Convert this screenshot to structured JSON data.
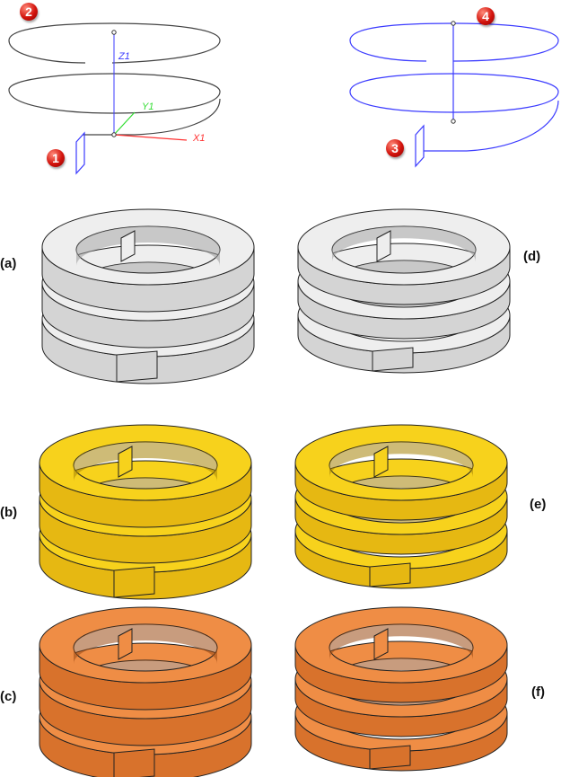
{
  "markers": [
    "1",
    "2",
    "3",
    "4"
  ],
  "axes": {
    "z": "Z1",
    "y": "Y1",
    "x": "X1"
  },
  "panel_labels": [
    "(a)",
    "(b)",
    "(c)",
    "(d)",
    "(e)",
    "(f)"
  ],
  "colors": {
    "curve_left": "#444444",
    "curve_right": "#3b3bff",
    "axis_z": "#3b3bff",
    "axis_y": "#33dd33",
    "axis_x": "#ff3333",
    "springs": [
      {
        "top": "#eeeeee",
        "side": "#d4d4d4",
        "dark": "#9a9a9a"
      },
      {
        "top": "#f7d21c",
        "side": "#e6b812",
        "dark": "#a68408"
      },
      {
        "top": "#ef8d45",
        "side": "#d8722c",
        "dark": "#9a4a14"
      }
    ]
  }
}
